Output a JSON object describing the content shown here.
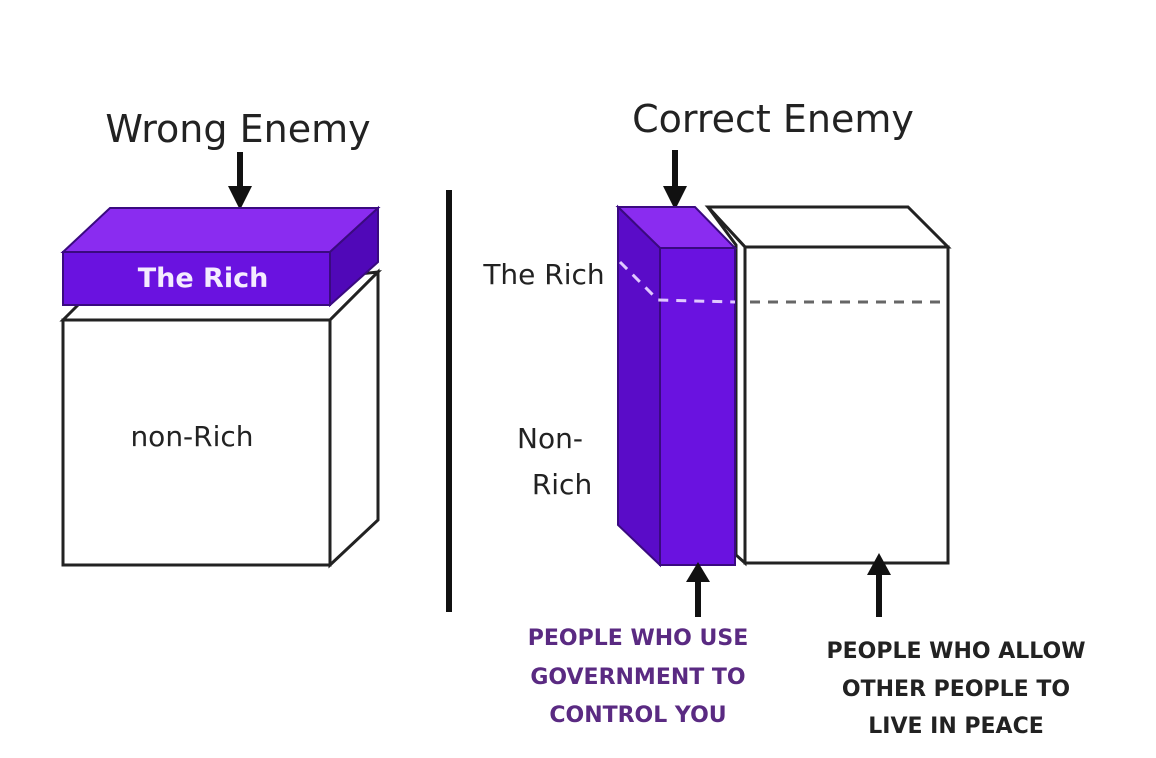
{
  "left": {
    "title": "Wrong Enemy",
    "top_block": "The Rich",
    "bottom_block": "non-Rich"
  },
  "right": {
    "title": "Correct Enemy",
    "label_rich": "The Rich",
    "label_nonrich_line1": "Non-",
    "label_nonrich_line2": "Rich",
    "caption_left": [
      "PEOPLE WHO USE",
      "GOVERNMENT TO",
      "CONTROL YOU"
    ],
    "caption_right": [
      "PEOPLE WHO ALLOW",
      "OTHER PEOPLE TO",
      "LIVE IN PEACE"
    ]
  },
  "colors": {
    "purple": "#6a12e0",
    "purple_light": "#8a2cf0",
    "purple_dark": "#5008b8",
    "caption_purple": "#5a2a82"
  }
}
